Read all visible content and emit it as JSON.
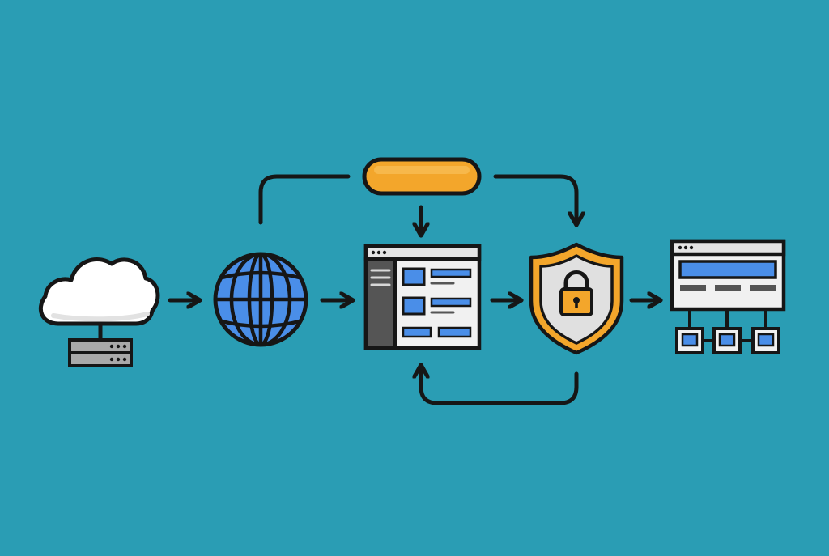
{
  "colors": {
    "background": "#2A9DB4",
    "outline": "#161616",
    "blue": "#4A8EE8",
    "orange": "#F3A62B",
    "white": "#FFFFFF",
    "light_gray": "#E7E7E7",
    "gray": "#D0D0D0",
    "dark_gray": "#555555",
    "shield_inner": "#E0E0E0"
  },
  "nodes": [
    {
      "id": "cloud-server",
      "icon": "cloud-server-icon"
    },
    {
      "id": "globe",
      "icon": "globe-icon"
    },
    {
      "id": "web-app",
      "icon": "web-app-window-icon"
    },
    {
      "id": "security",
      "icon": "security-shield-icon"
    },
    {
      "id": "network-dashboard",
      "icon": "network-dashboard-icon"
    }
  ],
  "connectors": [
    {
      "from": "cloud-server",
      "to": "globe",
      "kind": "arrow"
    },
    {
      "from": "globe",
      "to": "web-app",
      "kind": "arrow"
    },
    {
      "from": "web-app",
      "to": "security",
      "kind": "arrow"
    },
    {
      "from": "security",
      "to": "network-dashboard",
      "kind": "arrow"
    },
    {
      "from": "process-pill",
      "to": "web-app",
      "kind": "arrow"
    },
    {
      "from": "process-pill",
      "to": "security",
      "kind": "arrow"
    },
    {
      "from": "globe",
      "to": "process-pill",
      "kind": "line"
    },
    {
      "from": "security",
      "to": "web-app",
      "kind": "arrow"
    }
  ]
}
